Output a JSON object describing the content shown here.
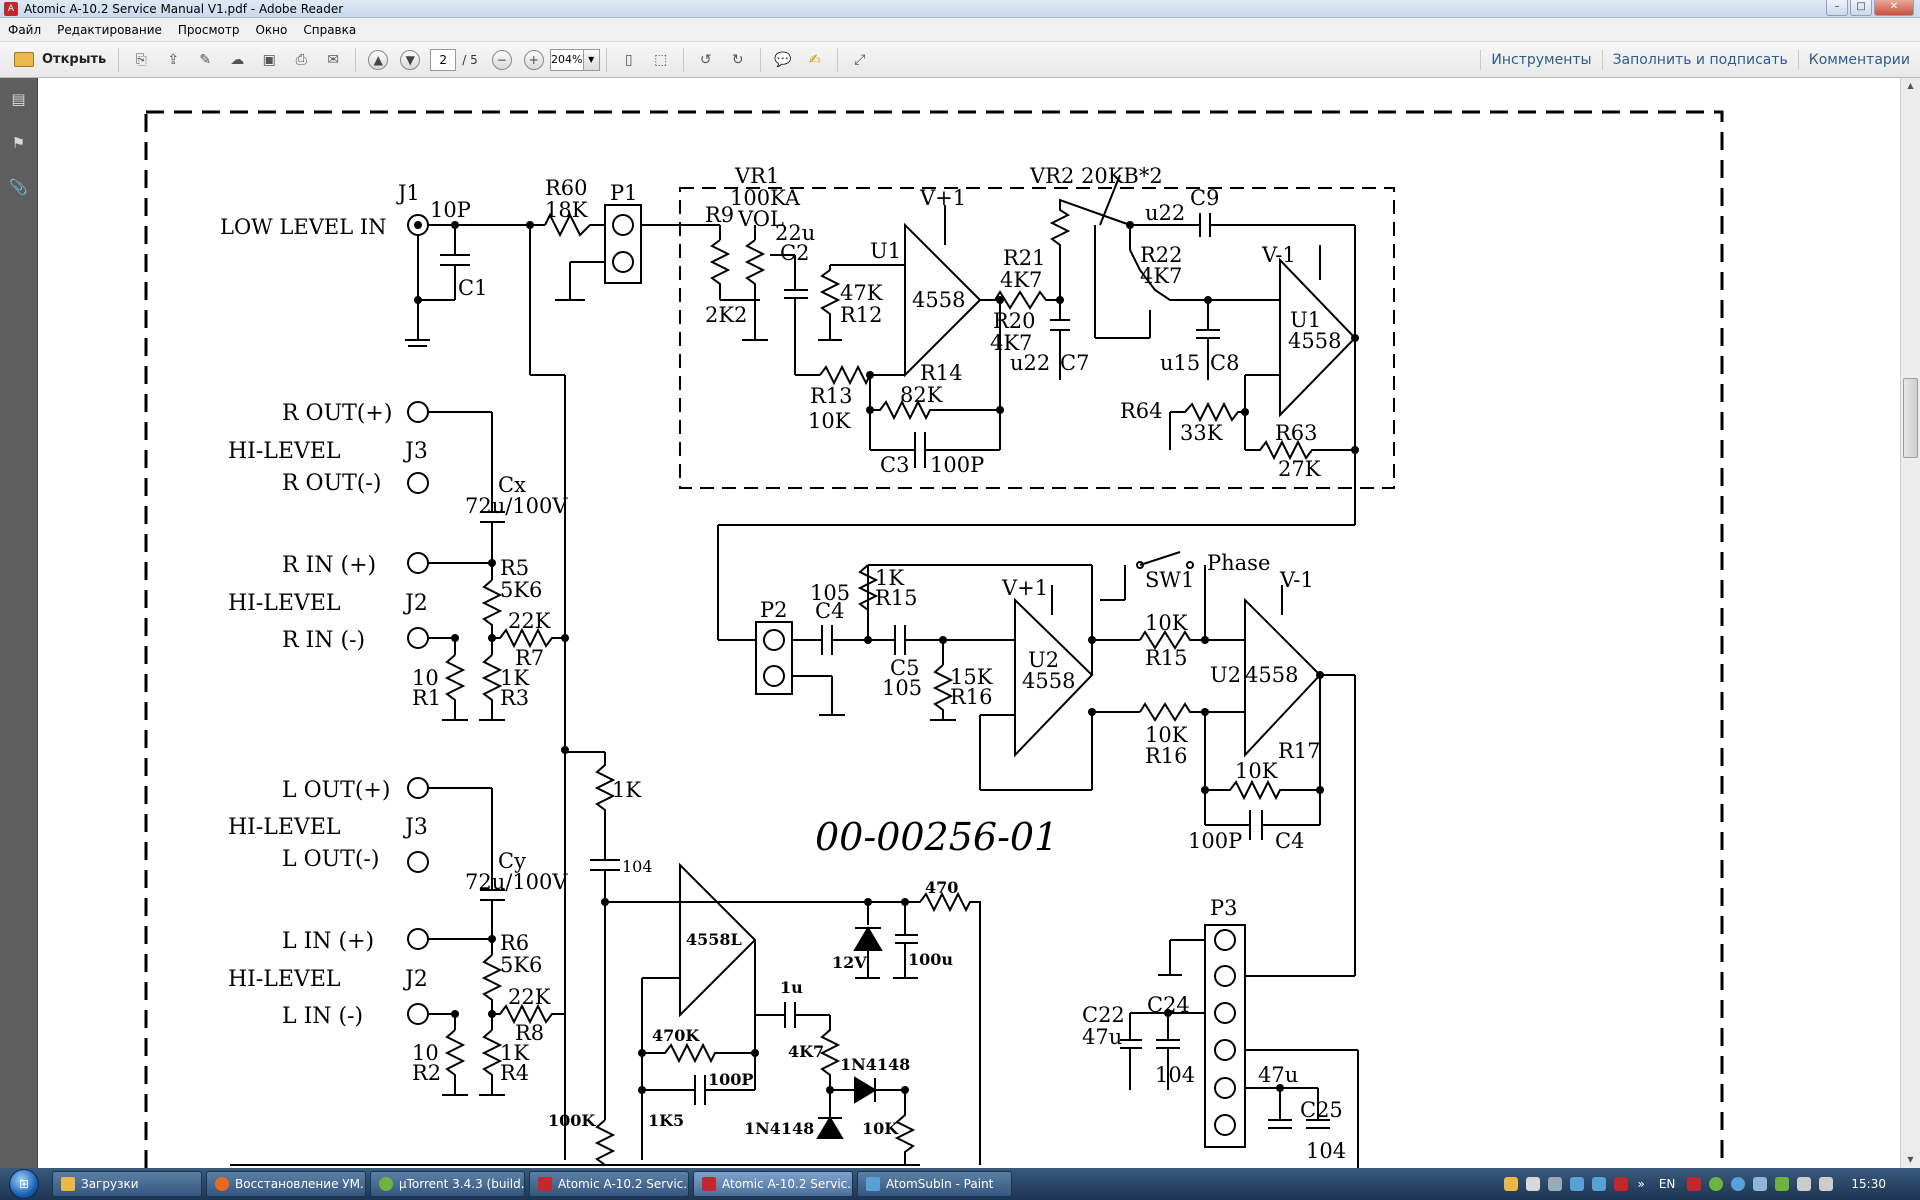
{
  "window": {
    "title": "Atomic A-10.2 Service Manual V1.pdf - Adobe Reader"
  },
  "menu": [
    "Файл",
    "Редактирование",
    "Просмотр",
    "Окно",
    "Справка"
  ],
  "toolbar": {
    "open_label": "Открыть",
    "page_current": "2",
    "page_total": "/ 5",
    "zoom": "204%",
    "tools_label": "Инструменты",
    "fill_sign_label": "Заполнить и подписать",
    "comments_label": "Комментарии"
  },
  "schematic": {
    "part_number": "00-00256-01",
    "low_level_in": "LOW LEVEL IN",
    "labels": {
      "j1": "J1",
      "c1": "C1",
      "p10": "10P",
      "r60": "R60",
      "k18": "18K",
      "p1": "P1",
      "vr1": "VR1",
      "k100a": "100KA",
      "r9": "R9",
      "vol": "VOL",
      "c2": "C2",
      "u22": "22u",
      "k2k2": "2K2",
      "k47": "47K",
      "r12": "R12",
      "u1": "U1",
      "op4558": "4558",
      "vp1": "V+1",
      "r13": "R13",
      "k10": "10K",
      "r14": "R14",
      "k82": "82K",
      "c3": "C3",
      "p100": "100P",
      "vr2": "VR2 20KB*2",
      "r21": "R21",
      "k4k7a": "4K7",
      "r20": "R20",
      "k4k7b": "4K7",
      "c7": "C7",
      "u22b": "u22",
      "r22": "R22",
      "k4k7c": "4K7",
      "c9": "C9",
      "u22c": "u22",
      "u15": "u15",
      "c8": "C8",
      "vm1": "V-1",
      "u1b": "U1",
      "op4558b": "4558",
      "r64": "R64",
      "k33": "33K",
      "r63": "R63",
      "k27": "27K",
      "rout_p": "R OUT(+)",
      "hilevel1": "HI-LEVEL",
      "j3a": "J3",
      "rout_m": "R OUT(-)",
      "cx": "Cx",
      "c72a": "72u/100V",
      "rin_p": "R IN (+)",
      "r5": "R5",
      "k5k6a": "5K6",
      "hilevel2": "HI-LEVEL",
      "j2a": "J2",
      "rin_m": "R IN (-)",
      "k22a": "22K",
      "r7": "R7",
      "r10a": "10",
      "r1": "R1",
      "k1a": "1K",
      "r3": "R3",
      "lout_p": "L OUT(+)",
      "hilevel3": "HI-LEVEL",
      "j3b": "J3",
      "lout_m": "L OUT(-)",
      "cy": "Cy",
      "c72b": "72u/100V",
      "lin_p": "L IN (+)",
      "r6": "R6",
      "k5k6b": "5K6",
      "hilevel4": "HI-LEVEL",
      "j2b": "J2",
      "lin_m": "L IN (-)",
      "k22b": "22K",
      "r8": "R8",
      "r10b": "10",
      "r2": "R2",
      "k1b": "1K",
      "r4": "R4",
      "k1c": "1K",
      "c104": "104",
      "p2": "P2",
      "c105a": "105",
      "c4": "C4",
      "k1d": "1K",
      "r15a": "R15",
      "c5": "C5",
      "c105b": "105",
      "k15": "15K",
      "r16a": "R16",
      "vp1b": "V+1",
      "u2a": "U2",
      "op4558c": "4558",
      "sw1": "SW1",
      "phase": "Phase",
      "vm1b": "V-1",
      "k10b": "10K",
      "r15b": "R15",
      "k10c": "10K",
      "r16b": "R16",
      "u2b": "U2",
      "op4558d": "4558",
      "r17": "R17",
      "k10d": "10K",
      "p100b": "100P",
      "c4b": "C4",
      "op4558l": "4558L",
      "v12": "12V",
      "u100": "100u",
      "r470": "470",
      "u1c": "1u",
      "k470": "470K",
      "p100c": "100P",
      "k4k7d": "4K7",
      "d1": "1N4148",
      "d2": "1N4148",
      "k100": "100K",
      "k1k5": "1K5",
      "k10e": "10K",
      "p3": "P3",
      "c22": "C22",
      "u47a": "47u",
      "c24": "C24",
      "c104b": "104",
      "u47b": "47u",
      "c25": "C25",
      "c104c": "104"
    }
  },
  "taskbar": {
    "tasks": [
      "Загрузки",
      "Восстановление УМ...",
      "µTorrent 3.4.3 (build...",
      "Atomic A-10.2 Servic...",
      "Atomic A-10.2 Servic...",
      "AtomSubIn - Paint"
    ],
    "lang": "EN",
    "clock": "15:30"
  }
}
